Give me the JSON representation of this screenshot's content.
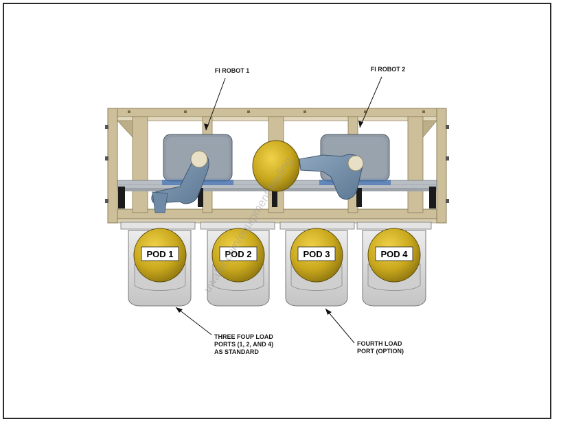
{
  "labels": {
    "robot1": "FI ROBOT 1",
    "robot2": "FI ROBOT 2",
    "callout_left": [
      "THREE FOUP LOAD",
      "PORTS (1, 2, AND 4)",
      "AS STANDARD"
    ],
    "callout_right": [
      "FOURTH LOAD",
      "PORT (OPTION)"
    ]
  },
  "pods": [
    {
      "label": "POD 1"
    },
    {
      "label": "POD 2"
    },
    {
      "label": "POD 3"
    },
    {
      "label": "POD 4"
    }
  ],
  "watermark": "uwafer.com/equipment-trading",
  "colors": {
    "frame": "#cdbf9a",
    "frame_edge": "#8a7c58",
    "robot_body": "#8f9aa6",
    "robot_arm": "#6e8aa6",
    "wafer_gold": "#c9ab22",
    "loadport": "#d6d6d6",
    "rail": "#b9bec4"
  }
}
